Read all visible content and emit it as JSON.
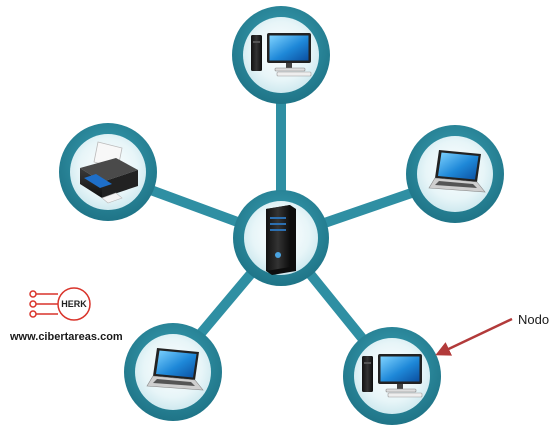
{
  "diagram": {
    "annotation_label": "Nodo",
    "center_device": "server-tower",
    "nodes": [
      {
        "id": "top",
        "device": "desktop-computer"
      },
      {
        "id": "upper-left",
        "device": "printer"
      },
      {
        "id": "upper-right",
        "device": "laptop"
      },
      {
        "id": "lower-left",
        "device": "laptop"
      },
      {
        "id": "lower-right",
        "device": "desktop-computer"
      }
    ],
    "annotated_node": "lower-right"
  },
  "branding": {
    "logo_text": "HERK",
    "website": "www.cibertareas.com"
  },
  "colors": {
    "teal_ring": "#2f8fa3",
    "teal_dark": "#1f7487",
    "node_fill": "#e9f6f9",
    "arrow": "#b23a3a",
    "logo_red": "#d9342b",
    "text": "#1a1a1a"
  }
}
